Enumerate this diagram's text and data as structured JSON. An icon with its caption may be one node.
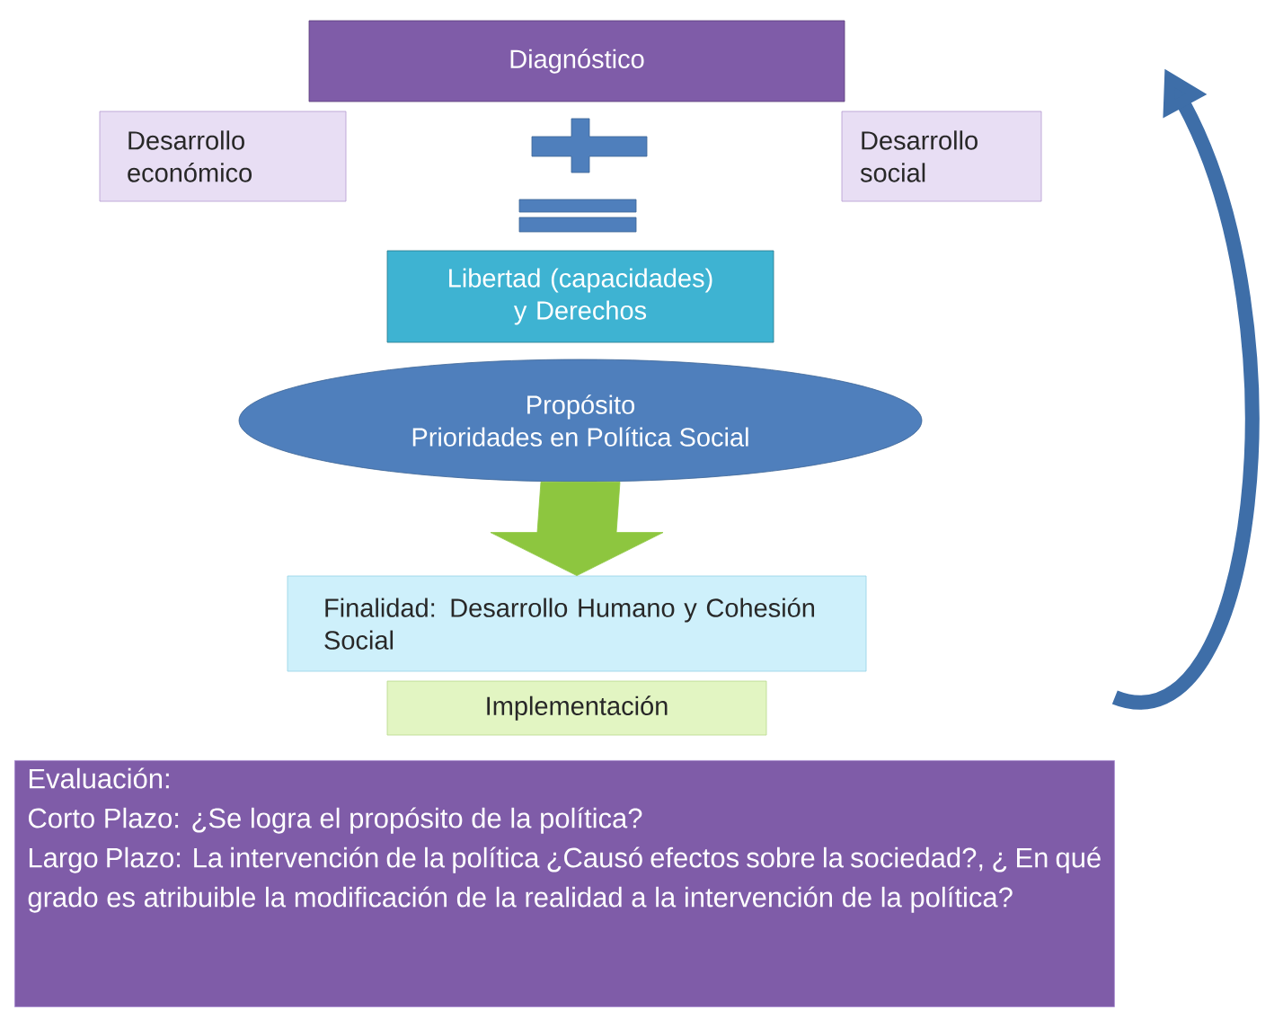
{
  "diagram": {
    "nodes": [
      {
        "text": [
          "Diagnóstico"
        ]
      },
      {
        "text": [
          "Desarrollo económico"
        ]
      },
      {
        "text": [
          "Desarrollo social"
        ]
      },
      {
        "text": [
          "Libertad (capacidades) y Derechos"
        ]
      },
      {
        "text": [
          "Propósito",
          "Prioridades en Política Social"
        ]
      },
      {
        "text": [
          "Finalidad: Desarrollo Humano y Cohesión Social"
        ]
      },
      {
        "text": [
          "Implementación"
        ]
      },
      {
        "text": [
          "Evaluación:",
          "Corto Plazo: ¿Se logra el propósito de la política?",
          "Largo Plazo: La intervención de la política ¿Causó efectos sobre la sociedad?, ¿ En qué grado es atribuible la modificación de la realidad a la intervención de la política?"
        ]
      }
    ],
    "edges": [
      {
        "from": 4,
        "to": 5,
        "arrow": "to",
        "style": "thick",
        "color": "#8dc63f"
      },
      {
        "from": 7,
        "to": null,
        "arrow": "to",
        "color": "#3e6ea8"
      }
    ]
  }
}
